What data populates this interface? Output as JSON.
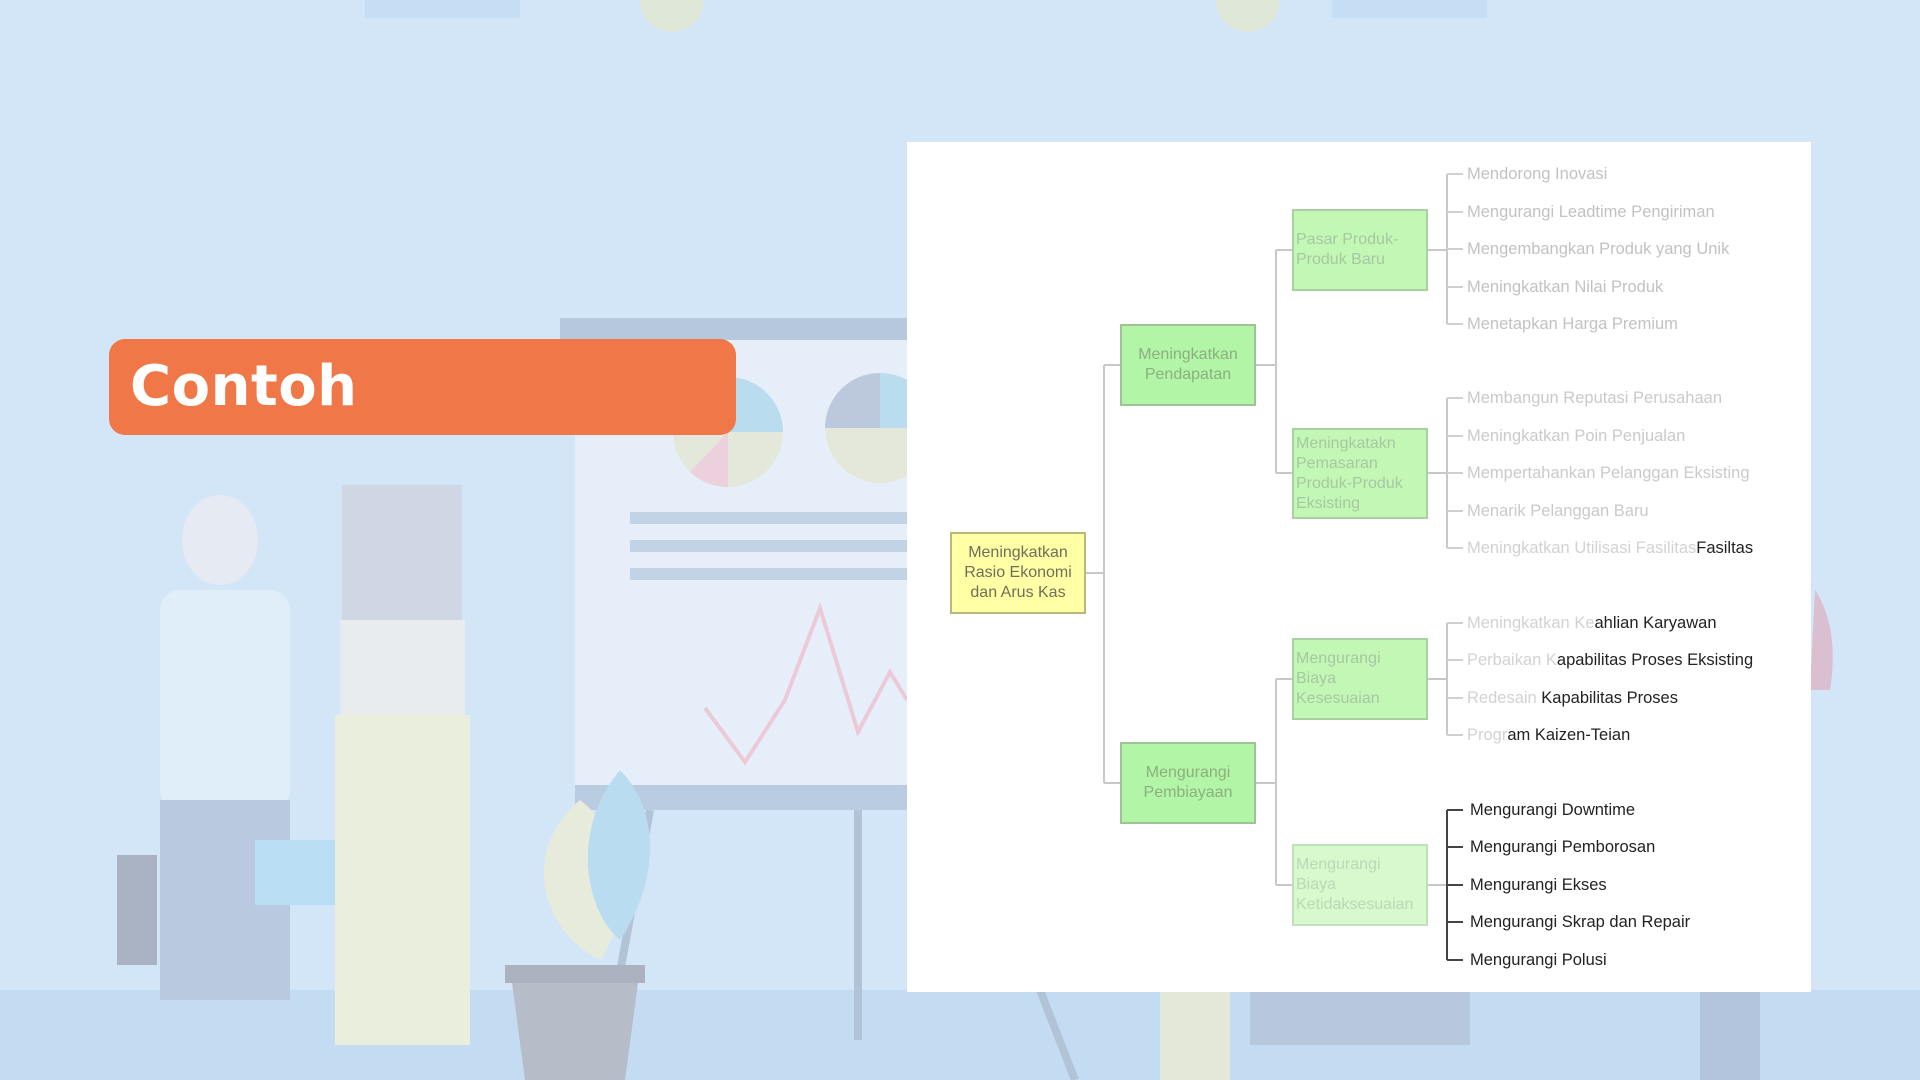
{
  "slide": {
    "title": "Contoh",
    "colors": {
      "background": "#d3e6f8",
      "banner": "#f07747",
      "banner_text": "#ffffff"
    }
  },
  "diagram": {
    "root": "Meningkatkan Rasio Ekonomi dan  Arus Kas",
    "branches": [
      {
        "label": "Meningkatkan Pendapatan",
        "children": [
          {
            "label": "Pasar Produk-Produk Baru",
            "leaves": [
              {
                "faint": "Mendorong Inovasi",
                "bold": ""
              },
              {
                "faint": "Mengurangi Leadtime Pengiriman",
                "bold": ""
              },
              {
                "faint": "Mengembangkan Produk yang Unik",
                "bold": ""
              },
              {
                "faint": "Meningkatkan Nilai Produk",
                "bold": ""
              },
              {
                "faint": "Menetapkan Harga Premium",
                "bold": ""
              }
            ]
          },
          {
            "label": "Meningkatakn Pemasaran Produk-Produk Eksisting",
            "leaves": [
              {
                "faint": "Membangun Reputasi Perusahaan",
                "bold": ""
              },
              {
                "faint": "Meningkatkan Poin Penjualan",
                "bold": ""
              },
              {
                "faint": "Mempertahankan Pelanggan Eksisting",
                "bold": ""
              },
              {
                "faint": "Menarik Pelanggan Baru",
                "bold": ""
              },
              {
                "faint": "Meningkatkan Utilisasi Fasilitas",
                "bold": "Fasiltas"
              }
            ]
          }
        ]
      },
      {
        "label": "Mengurangi Pembiayaan",
        "children": [
          {
            "label": "Mengurangi Biaya Kesesuaian",
            "leaves": [
              {
                "faint": "Meningkatkan Ke",
                "bold": "ahlian Karyawan"
              },
              {
                "faint": "Perbaikan K",
                "bold": "apabilitas Proses Eksisting"
              },
              {
                "faint": "Redesain",
                "bold": " Kapabilitas Proses"
              },
              {
                "faint": "Progr",
                "bold": "am Kaizen-Teian"
              }
            ]
          },
          {
            "label": "Mengurangi Biaya Ketidaksesuaian",
            "leaves": [
              {
                "faint": "",
                "bold": "Mengurangi Downtime"
              },
              {
                "faint": "",
                "bold": "Mengurangi Pemborosan"
              },
              {
                "faint": "",
                "bold": "Mengurangi Ekses"
              },
              {
                "faint": "",
                "bold": "Mengurangi Skrap dan Repair"
              },
              {
                "faint": "",
                "bold": "Mengurangi Polusi"
              }
            ]
          }
        ]
      }
    ]
  }
}
